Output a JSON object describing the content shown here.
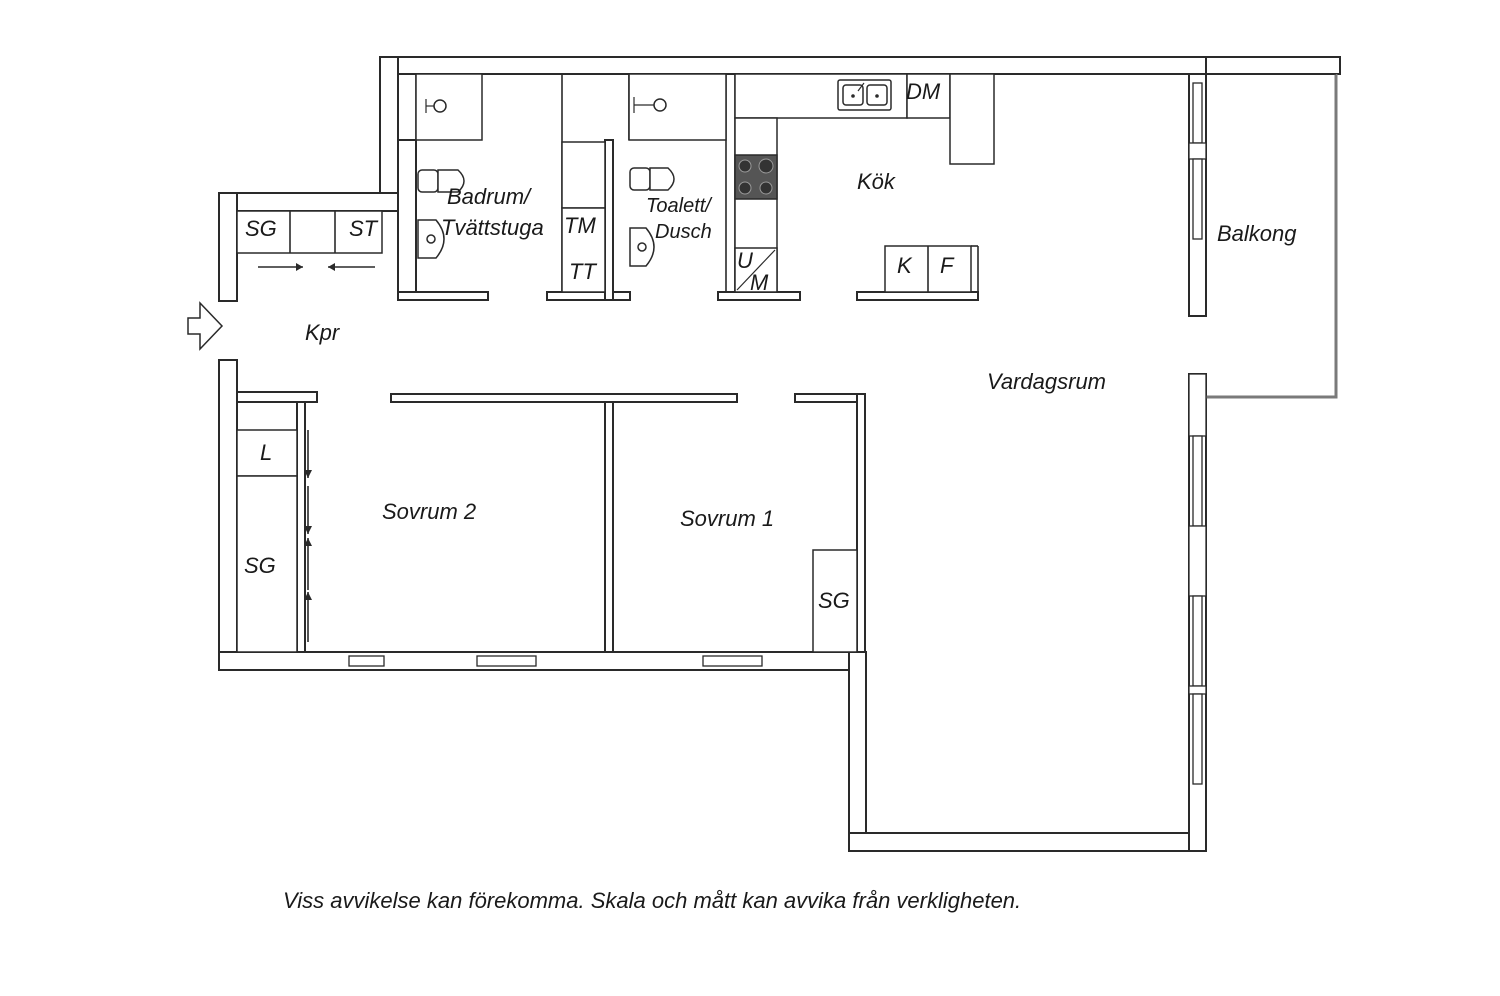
{
  "rooms": {
    "hall": "Kpr",
    "bathroom_line1": "Badrum/",
    "bathroom_line2": "Tvättstuga",
    "toilet_line1": "Toalett/",
    "toilet_line2": "Dusch",
    "kitchen": "Kök",
    "balcony": "Balkong",
    "living_room": "Vardagsrum",
    "bedroom_2": "Sovrum 2",
    "bedroom_1": "Sovrum 1"
  },
  "fixtures": {
    "hall_wardrobe": "SG",
    "hall_shoe_cabinet": "ST",
    "washing_machine": "TM",
    "tumble_dryer": "TT",
    "dishwasher": "DM",
    "oven_u": "U",
    "oven_m": "M",
    "fridge": "K",
    "freezer": "F",
    "linen_closet": "L",
    "bedroom2_wardrobe": "SG",
    "bedroom1_wardrobe": "SG"
  },
  "disclaimer": "Viss avvikelse kan förekomma. Skala och mått kan avvika från verkligheten."
}
